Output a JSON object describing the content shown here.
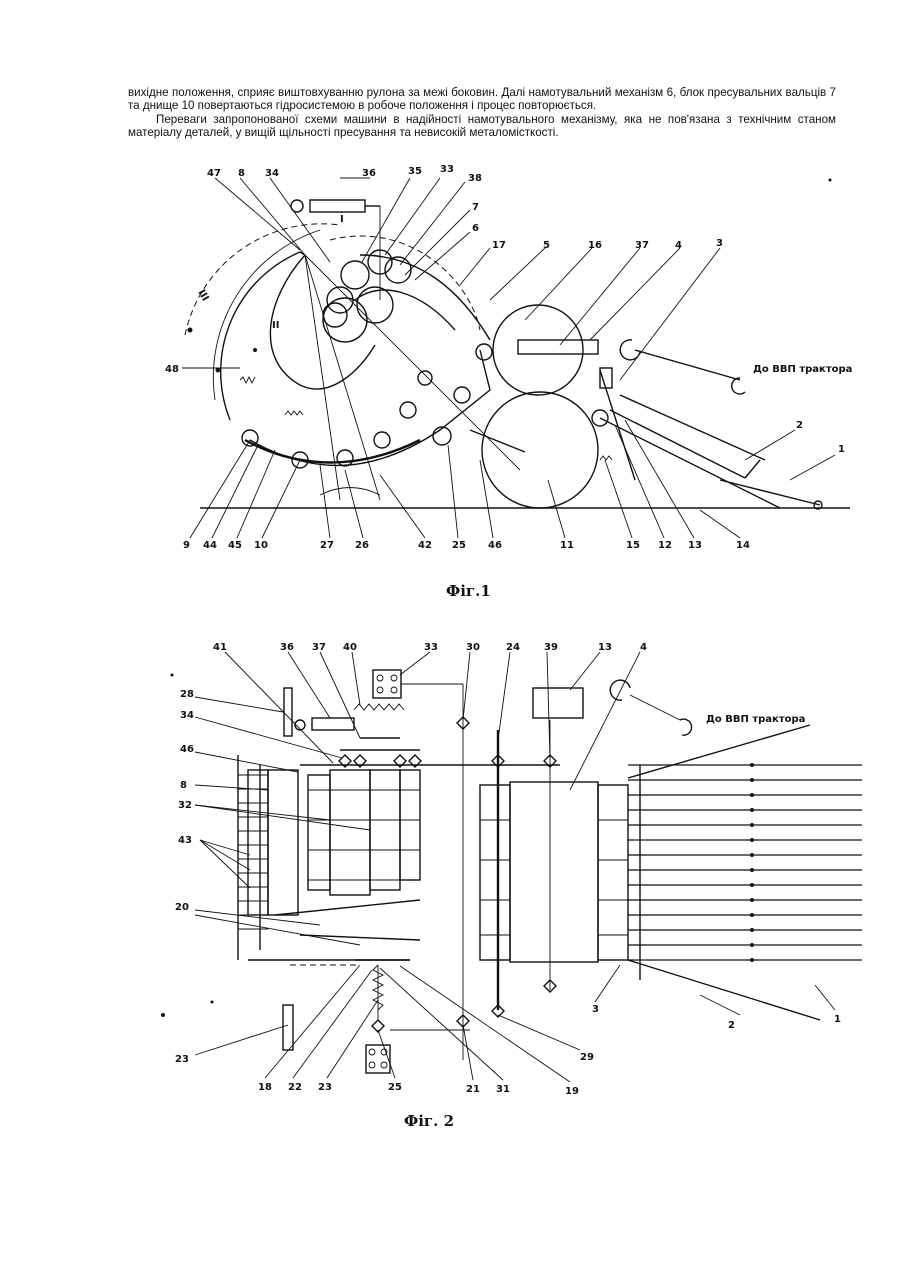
{
  "text": {
    "paragraph_1": "вихідне положення, сприяє виштовхуванню рулона за межі боковин. Далі намотувальний механізм 6, блок пресувальних вальців 7 та днище 10 повертаються гідросистемою в робоче положення і процес повторюється.",
    "paragraph_2": "Переваги запропонованої схеми машини в надійності намотувального механізму, яка не пов'язана з технічним станом матеріалу деталей, у вищій щільності пресування та невисокій металомісткості."
  },
  "figure1": {
    "caption": "Фіг.1",
    "note": "До ВВП трактора",
    "roman_labels": [
      "I",
      "II",
      "III"
    ],
    "labels_top": [
      "47",
      "8",
      "34",
      "36",
      "35",
      "33",
      "38",
      "7",
      "6",
      "17",
      "5",
      "16",
      "37",
      "4",
      "3"
    ],
    "labels_left": [
      "48"
    ],
    "labels_bottom": [
      "9",
      "44",
      "45",
      "10",
      "27",
      "26",
      "42",
      "25",
      "46",
      "11",
      "15",
      "12",
      "13",
      "14"
    ],
    "labels_right": [
      "2",
      "1"
    ]
  },
  "figure2": {
    "caption": "Фіг. 2",
    "note": "До ВВП трактора",
    "labels_top": [
      "41",
      "36",
      "37",
      "40",
      "33",
      "30",
      "24",
      "39",
      "13",
      "4"
    ],
    "labels_left": [
      "28",
      "34",
      "46",
      "8",
      "32",
      "43",
      "20",
      "23"
    ],
    "labels_bottom": [
      "18",
      "22",
      "23",
      "25",
      "21",
      "31",
      "19",
      "29",
      "3",
      "2",
      "1"
    ]
  }
}
